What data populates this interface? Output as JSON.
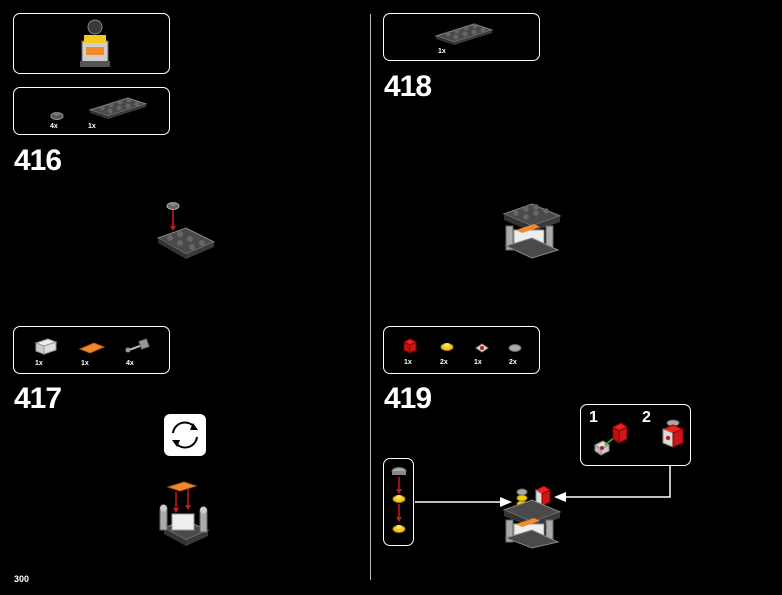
{
  "page": {
    "number": "300"
  },
  "steps": {
    "s416": {
      "number": "416",
      "parts": [
        {
          "qty": "4x",
          "part": "round-plate-dark-grey"
        },
        {
          "qty": "1x",
          "part": "plate-2x4-dark-grey"
        }
      ]
    },
    "s417": {
      "number": "417",
      "parts": [
        {
          "qty": "1x",
          "part": "brick-1x2-white"
        },
        {
          "qty": "1x",
          "part": "tile-1x2-orange"
        },
        {
          "qty": "4x",
          "part": "bar-holder-grey"
        }
      ],
      "icon": "rotate-model-icon"
    },
    "s418": {
      "number": "418",
      "parts": [
        {
          "qty": "1x",
          "part": "plate-2x4-dark-grey"
        }
      ]
    },
    "s419": {
      "number": "419",
      "parts": [
        {
          "qty": "1x",
          "part": "brick-1x1-red"
        },
        {
          "qty": "2x",
          "part": "round-plate-yellow"
        },
        {
          "qty": "1x",
          "part": "tile-printed"
        },
        {
          "qty": "2x",
          "part": "round-tile-grey"
        }
      ],
      "callout": {
        "step1": "1",
        "step2": "2"
      }
    }
  },
  "colors": {
    "background": "#000000",
    "line": "#ffffff",
    "dark_grey": "#4a4a4a",
    "light_grey": "#9a9a9a",
    "orange": "#f08a2c",
    "red": "#c8181c",
    "yellow": "#f2cc1c",
    "green": "#2ea043"
  }
}
